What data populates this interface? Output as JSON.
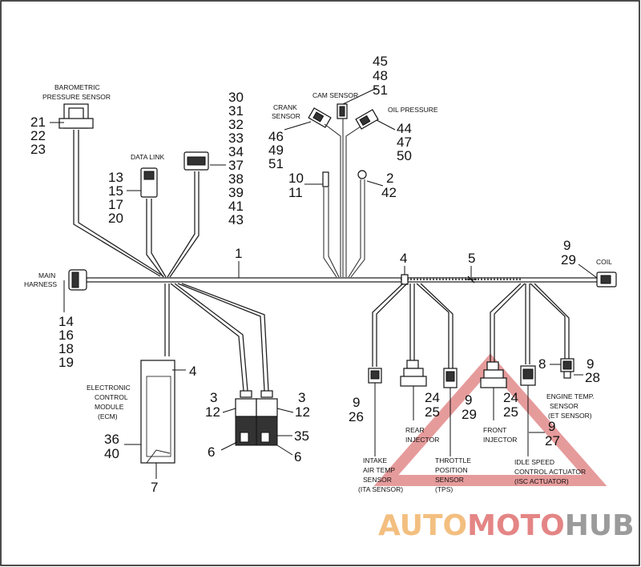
{
  "components": {
    "barometric": {
      "label_1": "BAROMETRIC",
      "label_2": "PRESSURE SENSOR",
      "num_1": "21",
      "num_2": "22",
      "num_3": "23"
    },
    "data_link": {
      "label": "DATA LINK",
      "num_1": "13",
      "num_2": "15",
      "num_3": "17",
      "num_4": "20"
    },
    "connector_37": {
      "num_1": "30",
      "num_2": "31",
      "num_3": "32",
      "num_4": "33",
      "num_5": "34",
      "num_6": "37",
      "num_7": "38",
      "num_8": "39",
      "num_9": "41",
      "num_10": "43"
    },
    "cam_sensor": {
      "label": "CAM SENSOR",
      "num_1": "45",
      "num_2": "48",
      "num_3": "51"
    },
    "crank_sensor": {
      "label_1": "CRANK",
      "label_2": "SENSOR",
      "num_1": "46",
      "num_2": "49",
      "num_3": "51"
    },
    "oil_pressure": {
      "label": "OIL PRESSURE",
      "num_1": "44",
      "num_2": "47",
      "num_3": "50"
    },
    "ring_terminal": {
      "num_1": "10",
      "num_2": "11",
      "num_3": "2",
      "num_4": "42"
    },
    "main_harness": {
      "label_1": "MAIN",
      "label_2": "HARNESS",
      "num_1": "14",
      "num_2": "16",
      "num_3": "18",
      "num_4": "19"
    },
    "harness": {
      "num": "1"
    },
    "clip_4_top": {
      "num": "4"
    },
    "ground_5": {
      "num": "5"
    },
    "coil": {
      "label": "COIL",
      "num_1": "9",
      "num_2": "29"
    },
    "ecm": {
      "label_1": "ELECTRONIC",
      "label_2": "CONTROL",
      "label_3": "MODULE",
      "label_4": "(ECM)",
      "num_1": "4",
      "num_2": "36",
      "num_3": "40",
      "num_4": "7"
    },
    "relays": {
      "num_1": "3",
      "num_2": "12",
      "num_3": "3",
      "num_4": "12",
      "num_5": "6",
      "num_6": "35",
      "num_7": "6"
    },
    "ita_sensor": {
      "label_1": "INTAKE",
      "label_2": "AIR TEMP",
      "label_3": "SENSOR",
      "label_4": "(ITA SENSOR)",
      "num_1": "9",
      "num_2": "26"
    },
    "rear_injector": {
      "label_1": "REAR",
      "label_2": "INJECTOR",
      "num_1": "24",
      "num_2": "25"
    },
    "tps": {
      "label_1": "THROTTLE",
      "label_2": "POSITION",
      "label_3": "SENSOR",
      "label_4": "(TPS)",
      "num_1": "9",
      "num_2": "29"
    },
    "front_injector": {
      "label_1": "FRONT",
      "label_2": "INJECTOR",
      "num_1": "24",
      "num_2": "25"
    },
    "isc": {
      "label_1": "IDLE SPEED",
      "label_2": "CONTROL ACTUATOR",
      "label_3": "(ISC ACTUATOR)",
      "num_1": "9",
      "num_2": "27"
    },
    "et_sensor": {
      "label_1": "ENGINE TEMP.",
      "label_2": "SENSOR",
      "label_3": "(ET SENSOR)",
      "num_1": "8",
      "num_2": "9",
      "num_3": "28"
    }
  },
  "watermark": {
    "part_1": "AUTO",
    "part_2": "MOTO",
    "part_3": "HUB",
    "color_1": "#f2b46a",
    "color_2": "#e07070",
    "color_3": "#8a8a8a"
  }
}
